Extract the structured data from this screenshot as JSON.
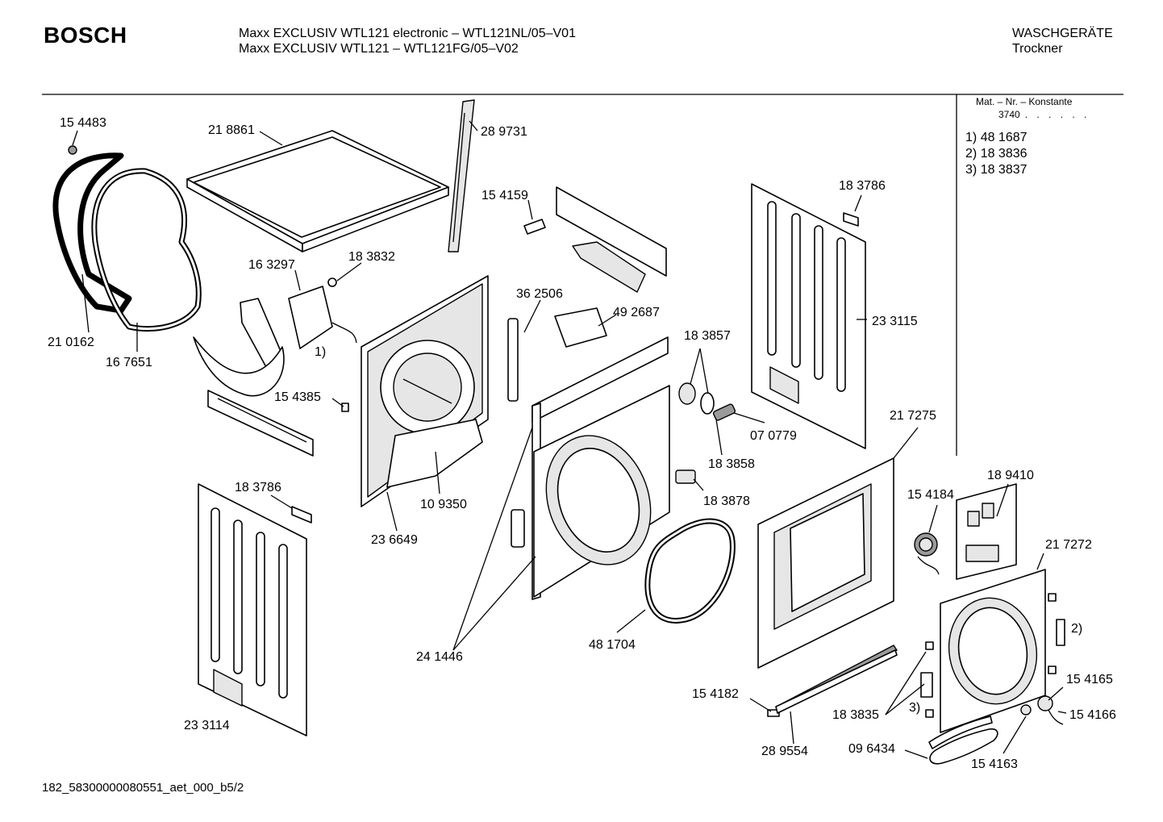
{
  "header": {
    "brand": "BOSCH",
    "model_line_1": "Maxx EXCLUSIV WTL121 electronic – WTL121NL/05–V01",
    "model_line_2": "Maxx EXCLUSIV WTL121 – WTL121FG/05–V02",
    "category": "WASCHGERÄTE",
    "subcategory": "Trockner"
  },
  "constants": {
    "title": "Mat. – Nr. – Konstante",
    "value": "3740",
    "dots": ". . . . . ."
  },
  "notes": [
    {
      "marker": "1)",
      "number": "48 1687"
    },
    {
      "marker": "2)",
      "number": "18 3836"
    },
    {
      "marker": "3)",
      "number": "18 3837"
    }
  ],
  "part_labels": {
    "p154483": "15 4483",
    "p218861": "21 8861",
    "p289731": "28 9731",
    "p154159": "15 4159",
    "p183786a": "18 3786",
    "p163297": "16 3297",
    "p183832": "18 3832",
    "p362506": "36 2506",
    "p492687": "49 2687",
    "p233115": "23 3115",
    "p210162": "21 0162",
    "p167651": "16 7651",
    "p183857": "18 3857",
    "p154385": "15 4385",
    "p070779": "07 0779",
    "p217275": "21 7275",
    "p183858": "18 3858",
    "p189410": "18 9410",
    "p183786b": "18 3786",
    "p154184": "15 4184",
    "p109350": "10 9350",
    "p183878": "18 3878",
    "p217272": "21 7272",
    "p236649": "23 6649",
    "p481704": "48 1704",
    "p241446": "24 1446",
    "p154165": "15 4165",
    "p154182": "15 4182",
    "p183835": "18 3835",
    "p154166": "15 4166",
    "p233114": "23 3114",
    "p289554": "28 9554",
    "p096434": "09 6434",
    "p154163": "15 4163",
    "ref1": "1)",
    "ref2": "2)",
    "ref3": "3)"
  },
  "footer": "182_58300000080551_aet_000_b5/2"
}
